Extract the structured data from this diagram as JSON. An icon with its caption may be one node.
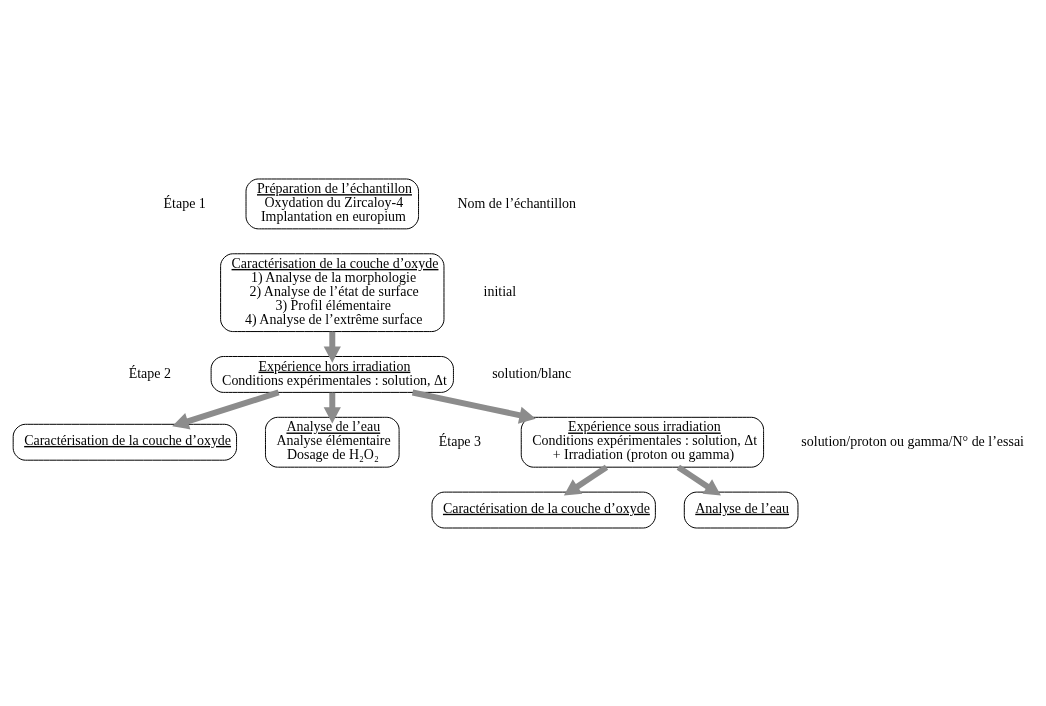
{
  "diagram": {
    "nodes": [
      {
        "text": [
          "Préparation de l’échantillon",
          "Oxydation du Zircaloy-4",
          "Implantation en europium"
        ]
      },
      {
        "text": [
          "Caractérisation de la couche d’oxyde",
          "1) Analyse de la morphologie",
          "2) Analyse de l’état de surface",
          "3) Profil élémentaire",
          "4) Analyse de l’extrême surface"
        ]
      },
      {
        "text": [
          "Expérience hors irradiation",
          "Conditions expérimentales : solution, Δt"
        ]
      },
      {
        "text": [
          "Caractérisation de la couche d’oxyde"
        ]
      },
      {
        "text": [
          "Analyse de l’eau",
          "Analyse élémentaire",
          "Dosage de H₂O₂"
        ]
      },
      {
        "text": [
          "Expérience sous irradiation",
          "Conditions expérimentales : solution, Δt",
          "+ Irradiation (proton ou gamma)"
        ]
      },
      {
        "text": [
          "Caractérisation de la couche d’oxyde"
        ]
      },
      {
        "text": [
          "Analyse de l’eau"
        ]
      }
    ],
    "edges": [
      {
        "from": 1,
        "to": 2,
        "arrow": "to"
      },
      {
        "from": 2,
        "to": 3,
        "arrow": "to"
      },
      {
        "from": 2,
        "to": 4,
        "arrow": "to"
      },
      {
        "from": 2,
        "to": 5,
        "arrow": "to"
      },
      {
        "from": 5,
        "to": 6,
        "arrow": "to"
      },
      {
        "from": 5,
        "to": 7,
        "arrow": "to"
      }
    ],
    "labels": [
      "Étape 1",
      "Nom de l’échantillon",
      "initial",
      "Étape 2",
      "solution/blanc",
      "Étape 3",
      "solution/proton ou gamma/N° de l’essai"
    ]
  }
}
